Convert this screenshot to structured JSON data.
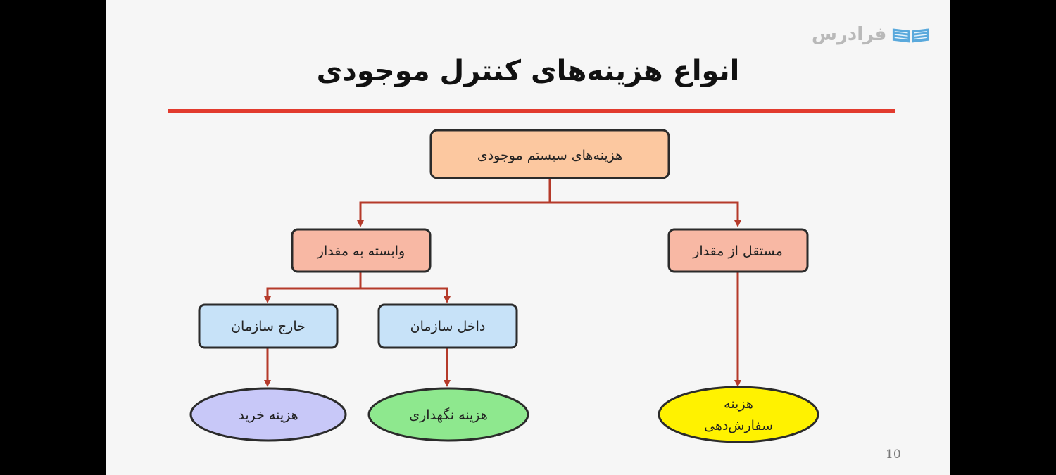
{
  "logo": {
    "text": "فرادرس"
  },
  "title": "انواع هزینه‌های کنترل موجودی",
  "page_number": "10",
  "nodes": {
    "root": "هزینه‌های سیستم موجودی",
    "dependent": "وابسته به مقدار",
    "independent": "مستقل از مقدار",
    "outside_org": "خارج سازمان",
    "inside_org": "داخل سازمان",
    "purchase_cost": "هزینه خرید",
    "holding_cost": "هزینه نگهداری",
    "ordering_cost_line1": "هزینه",
    "ordering_cost_line2": "سفارش‌دهی"
  },
  "colors": {
    "root_fill": "#fcc8a0",
    "level1_fill": "#f8b8a4",
    "level2_fill": "#c7e2f8",
    "purchase_fill": "#c8c8f8",
    "holding_fill": "#8ee88e",
    "ordering_fill": "#fff200",
    "connector": "#b53a2a",
    "title_rule": "#e23b2e"
  }
}
